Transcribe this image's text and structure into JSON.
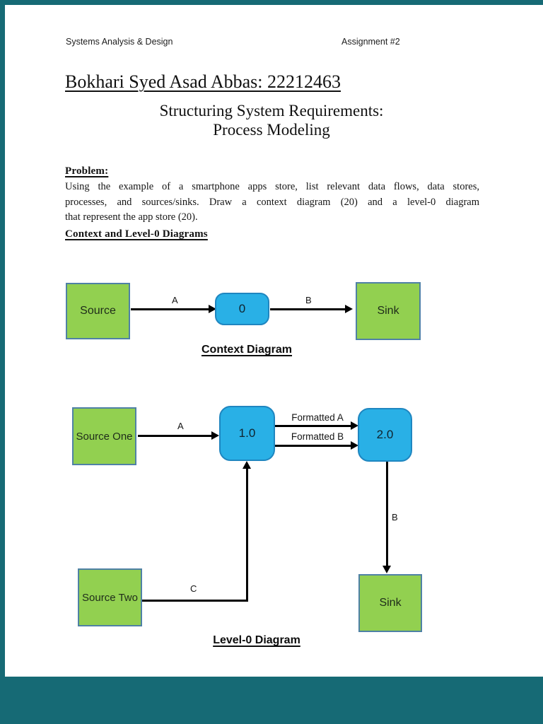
{
  "colors": {
    "frame": "#166a75",
    "entity_fill": "#92d050",
    "entity_border": "#4f81a5",
    "process_fill": "#29b0e6",
    "process_border": "#1f86c0"
  },
  "header": {
    "course": "Systems Analysis & Design",
    "assignment": "Assignment #2"
  },
  "title": "Bokhari Syed Asad Abbas: 22212463",
  "subtitle": {
    "line1": "Structuring System Requirements:",
    "line2": "Process Modeling"
  },
  "problem": {
    "heading": "Problem:",
    "body_lines": [
      "Using the example of a smartphone apps store, list relevant data flows, data stores,",
      "processes, and sources/sinks. Draw a context diagram (20) and a level-0 diagram",
      "that represent the app store (20)."
    ]
  },
  "section_heading": "Context and Level-0 Diagrams",
  "context_diagram": {
    "source_label": "Source",
    "process_label": "0",
    "sink_label": "Sink",
    "flow_a": "A",
    "flow_b": "B",
    "caption": "Context Diagram"
  },
  "level0_diagram": {
    "source_one_label": "Source One",
    "source_two_label": "Source Two",
    "process1_label": "1.0",
    "process2_label": "2.0",
    "sink_label": "Sink",
    "flow_a": "A",
    "flow_b": "B",
    "flow_c": "C",
    "flow_formatted_a": "Formatted A",
    "flow_formatted_b": "Formatted B",
    "caption": "Level-0 Diagram"
  }
}
